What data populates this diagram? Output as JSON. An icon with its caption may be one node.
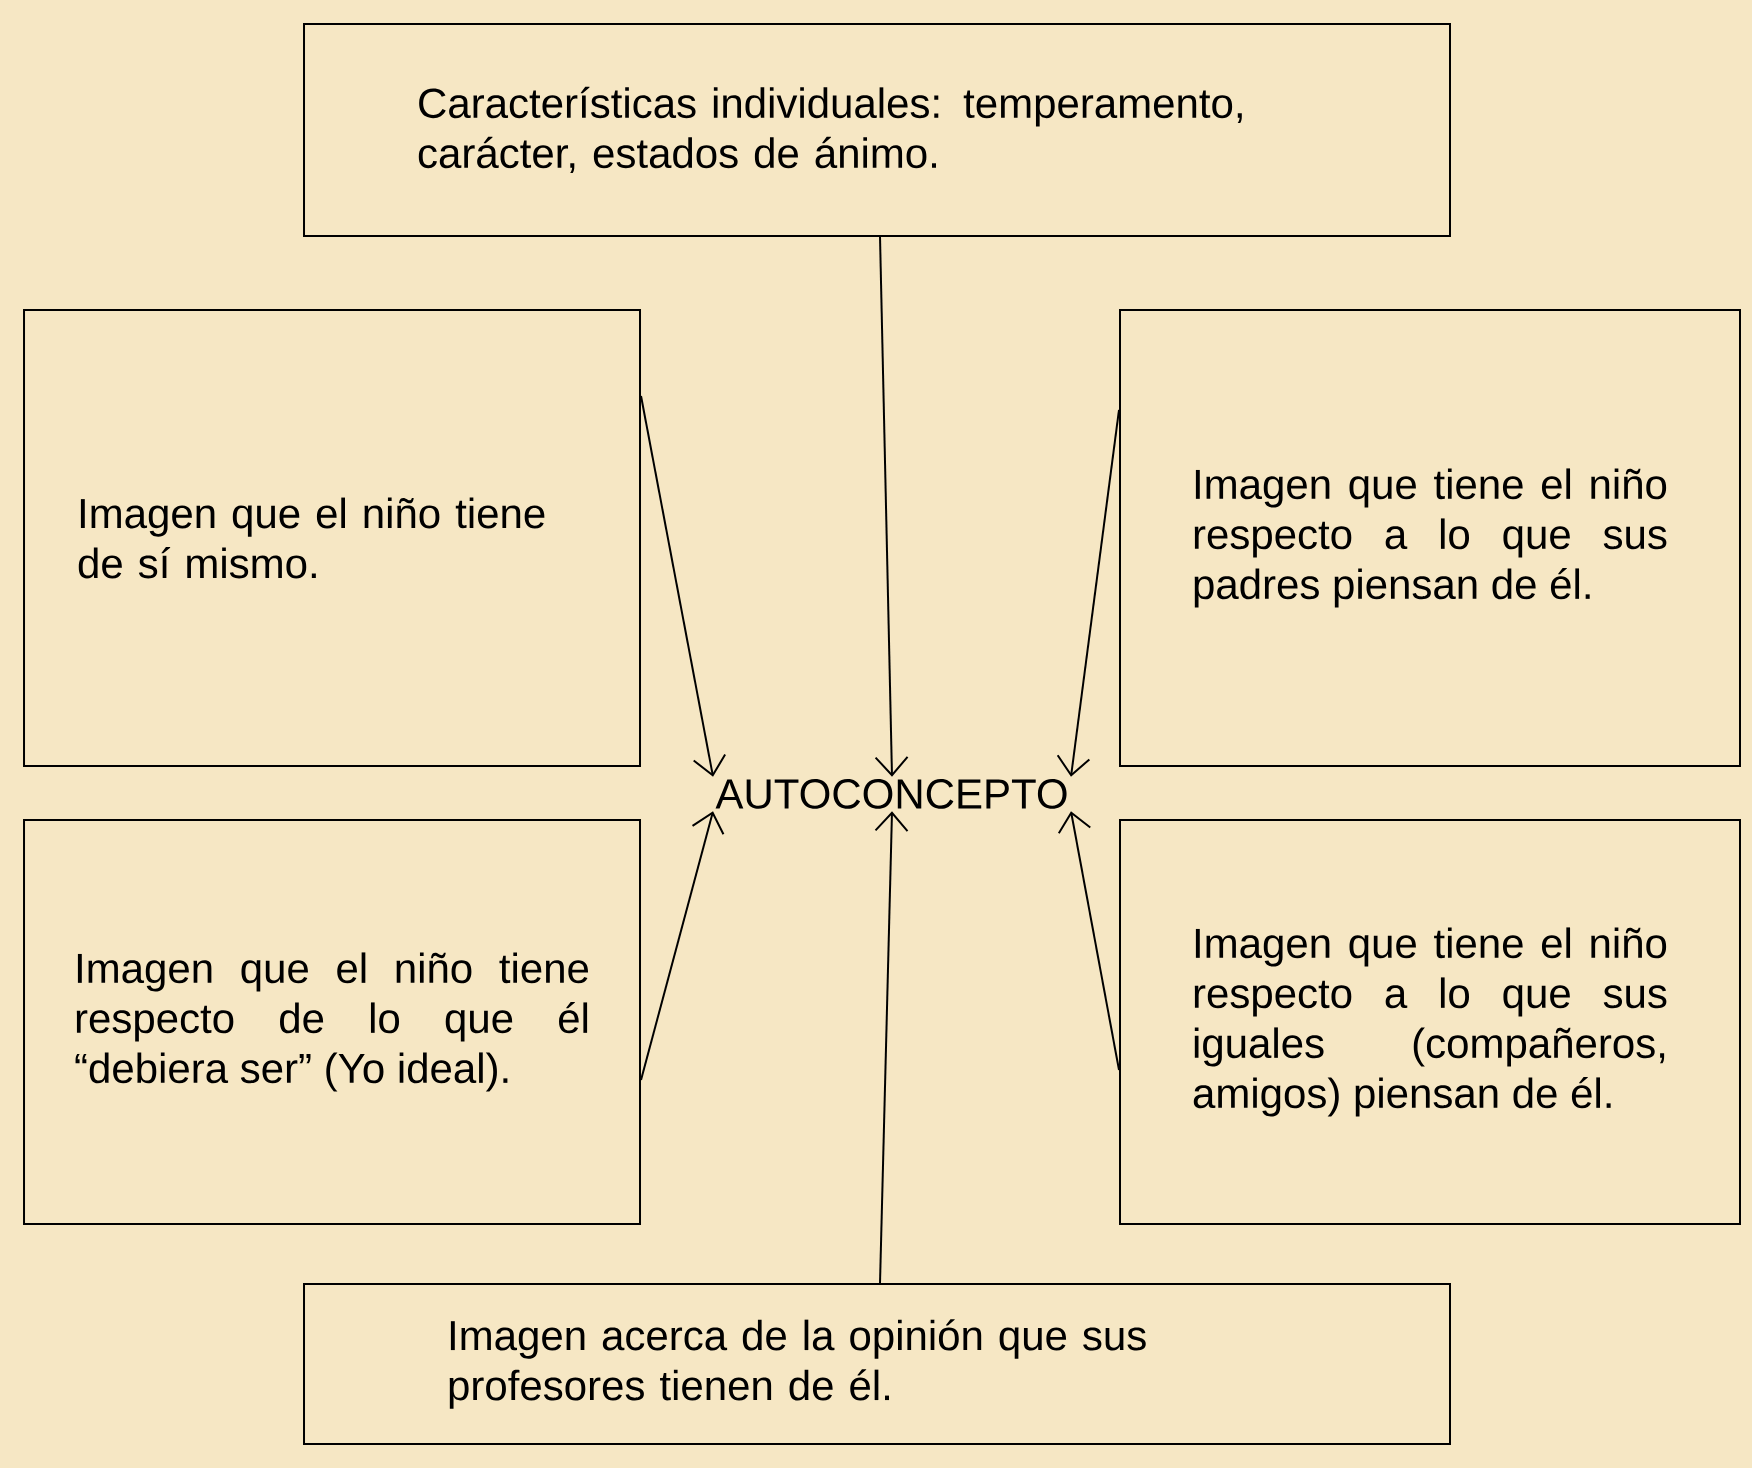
{
  "diagram": {
    "nodes": [
      {
        "text": [
          "Características individuales: temperamento, carácter, estados de ánimo."
        ]
      },
      {
        "text": [
          "Imagen que el niño tiene de sí mismo."
        ]
      },
      {
        "text": [
          "Imagen que tiene el niño respecto a lo que sus padres piensan de él."
        ]
      },
      {
        "text": [
          "AUTOCONCEPTO"
        ]
      },
      {
        "text": [
          "Imagen que el niño tiene respecto de lo que él “debiera ser” (Yo ideal)."
        ]
      },
      {
        "text": [
          "Imagen que tiene el niño respecto a lo que sus iguales (compañeros, amigos) piensan de él."
        ]
      },
      {
        "text": [
          "Imagen acerca de la opinión que sus profesores tienen de él."
        ]
      }
    ],
    "edges": [
      {
        "from": 0,
        "to": 3,
        "arrow": "to"
      },
      {
        "from": 1,
        "to": 3,
        "arrow": "to"
      },
      {
        "from": 2,
        "to": 3,
        "arrow": "to"
      },
      {
        "from": 4,
        "to": 3,
        "arrow": "to"
      },
      {
        "from": 5,
        "to": 3,
        "arrow": "to"
      },
      {
        "from": 6,
        "to": 3,
        "arrow": "to"
      }
    ]
  }
}
